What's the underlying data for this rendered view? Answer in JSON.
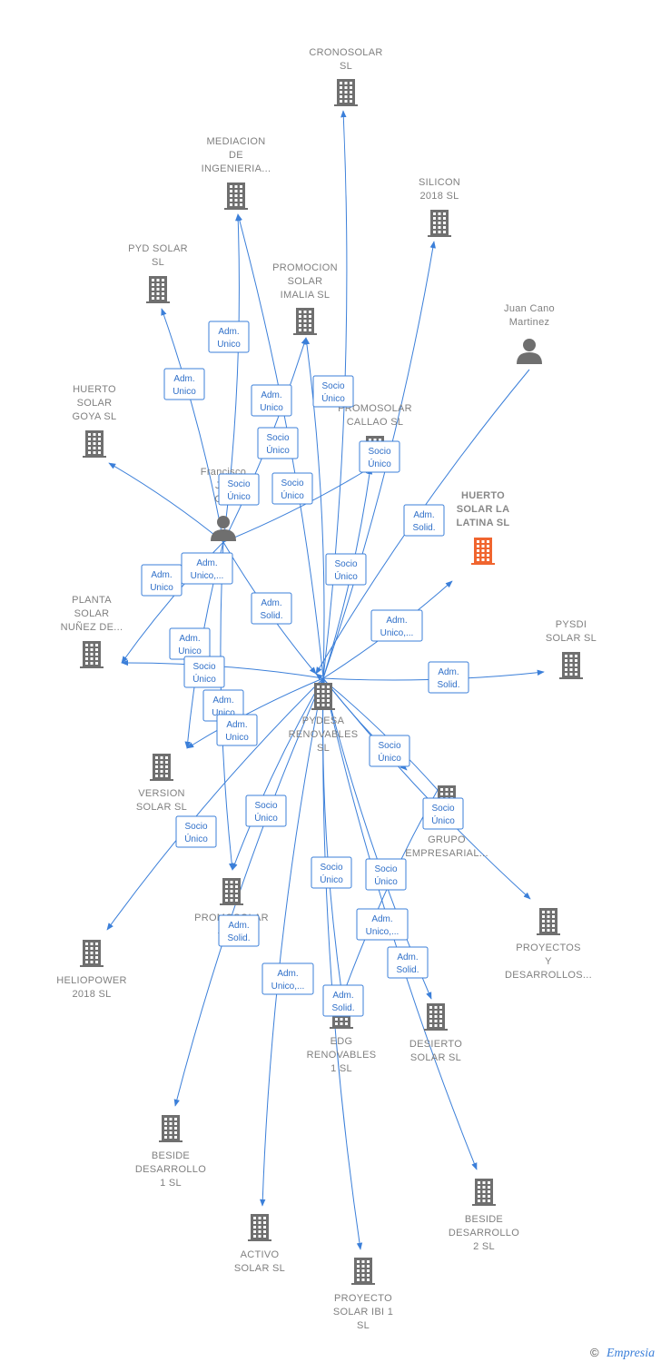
{
  "colors": {
    "edge": "#3b7fd9",
    "building": "#6f6f6f",
    "highlight": "#f0652f",
    "person": "#6f6f6f"
  },
  "nodes": [
    {
      "id": "pydesa",
      "type": "building",
      "label": [
        "PYDESA",
        "RENOVABLES",
        "SL"
      ]
    },
    {
      "id": "francisco",
      "type": "person",
      "label": [
        "Francisco",
        "Jav",
        "Gar"
      ]
    },
    {
      "id": "juancano",
      "type": "person",
      "label": [
        "Juan Cano",
        "Martinez"
      ]
    },
    {
      "id": "cronosolar",
      "type": "building",
      "label": [
        "CRONOSOLAR",
        "SL"
      ]
    },
    {
      "id": "mediacion",
      "type": "building",
      "label": [
        "MEDIACION",
        "DE",
        "INGENIERIA..."
      ]
    },
    {
      "id": "silicon",
      "type": "building",
      "label": [
        "SILICON",
        "2018  SL"
      ]
    },
    {
      "id": "pydsolar",
      "type": "building",
      "label": [
        "PYD SOLAR",
        "SL"
      ]
    },
    {
      "id": "imalia",
      "type": "building",
      "label": [
        "PROMOCION",
        "SOLAR",
        "IMALIA  SL"
      ]
    },
    {
      "id": "huertogoya",
      "type": "building",
      "label": [
        "HUERTO",
        "SOLAR",
        "GOYA  SL"
      ]
    },
    {
      "id": "callao",
      "type": "building",
      "label": [
        "PROMOSOLAR",
        "CALLAO  SL"
      ]
    },
    {
      "id": "latina",
      "type": "building",
      "highlight": true,
      "label": [
        "HUERTO",
        "SOLAR LA",
        "LATINA  SL"
      ]
    },
    {
      "id": "nunez",
      "type": "building",
      "label": [
        "PLANTA",
        "SOLAR",
        "NUÑEZ DE..."
      ]
    },
    {
      "id": "pysdi",
      "type": "building",
      "label": [
        "PYSDI",
        "SOLAR  SL"
      ]
    },
    {
      "id": "version",
      "type": "building",
      "label": [
        "VERSION",
        "SOLAR  SL"
      ]
    },
    {
      "id": "grupo",
      "type": "building",
      "label": [
        "GRUPO",
        "EMPRESARIAL..."
      ]
    },
    {
      "id": "jupiter",
      "type": "building",
      "label": [
        "PROMOSOLAR",
        "JUP..."
      ]
    },
    {
      "id": "heliopower",
      "type": "building",
      "label": [
        "HELIOPOWER",
        "2018  SL"
      ]
    },
    {
      "id": "proyectos",
      "type": "building",
      "label": [
        "PROYECTOS",
        "Y",
        "DESARROLLOS..."
      ]
    },
    {
      "id": "edg",
      "type": "building",
      "label": [
        "EDG",
        "RENOVABLES",
        "1  SL"
      ]
    },
    {
      "id": "desierto",
      "type": "building",
      "label": [
        "DESIERTO",
        "SOLAR  SL"
      ]
    },
    {
      "id": "beside1",
      "type": "building",
      "label": [
        "BESIDE",
        "DESARROLLO",
        "1  SL"
      ]
    },
    {
      "id": "beside2",
      "type": "building",
      "label": [
        "BESIDE",
        "DESARROLLO",
        "2  SL"
      ]
    },
    {
      "id": "activo",
      "type": "building",
      "label": [
        "ACTIVO",
        "SOLAR  SL"
      ]
    },
    {
      "id": "ibi",
      "type": "building",
      "label": [
        "PROYECTO",
        "SOLAR IBI 1",
        "SL"
      ]
    }
  ],
  "edges": [
    {
      "from": "pydesa",
      "to": "cronosolar"
    },
    {
      "from": "pydesa",
      "to": "mediacion"
    },
    {
      "from": "pydesa",
      "to": "silicon"
    },
    {
      "from": "pydesa",
      "to": "imalia"
    },
    {
      "from": "pydesa",
      "to": "callao"
    },
    {
      "from": "pydesa",
      "to": "latina"
    },
    {
      "from": "pydesa",
      "to": "pysdi"
    },
    {
      "from": "pydesa",
      "to": "nunez"
    },
    {
      "from": "pydesa",
      "to": "version"
    },
    {
      "from": "pydesa",
      "to": "jupiter"
    },
    {
      "from": "pydesa",
      "to": "heliopower"
    },
    {
      "from": "pydesa",
      "to": "proyectos"
    },
    {
      "from": "pydesa",
      "to": "edg"
    },
    {
      "from": "pydesa",
      "to": "desierto"
    },
    {
      "from": "pydesa",
      "to": "beside1"
    },
    {
      "from": "pydesa",
      "to": "beside2"
    },
    {
      "from": "pydesa",
      "to": "activo"
    },
    {
      "from": "pydesa",
      "to": "ibi"
    },
    {
      "from": "pydesa",
      "to": "grupo"
    },
    {
      "from": "grupo",
      "to": "pydesa"
    },
    {
      "from": "francisco",
      "to": "pydesa"
    },
    {
      "from": "francisco",
      "to": "mediacion"
    },
    {
      "from": "francisco",
      "to": "pydsolar"
    },
    {
      "from": "francisco",
      "to": "imalia"
    },
    {
      "from": "francisco",
      "to": "callao"
    },
    {
      "from": "francisco",
      "to": "huertogoya"
    },
    {
      "from": "francisco",
      "to": "nunez"
    },
    {
      "from": "francisco",
      "to": "version"
    },
    {
      "from": "francisco",
      "to": "jupiter"
    },
    {
      "from": "juancano",
      "to": "pydesa"
    },
    {
      "from": "grupo",
      "to": "edg"
    }
  ],
  "relation_labels": [
    {
      "text": [
        "Adm.",
        "Unico"
      ]
    },
    {
      "text": [
        "Adm.",
        "Unico"
      ]
    },
    {
      "text": [
        "Adm.",
        "Unico"
      ]
    },
    {
      "text": [
        "Socio",
        "Único"
      ]
    },
    {
      "text": [
        "Socio",
        "Único"
      ]
    },
    {
      "text": [
        "Socio",
        "Único"
      ]
    },
    {
      "text": [
        "Adm.",
        "Unico"
      ]
    },
    {
      "text": [
        "Socio",
        "Único"
      ]
    },
    {
      "text": [
        "Socio",
        "Único"
      ]
    },
    {
      "text": [
        "Adm.",
        "Solid."
      ]
    },
    {
      "text": [
        "Adm.",
        "Unico"
      ]
    },
    {
      "text": [
        "Adm.",
        "Unico,..."
      ]
    },
    {
      "text": [
        "Adm.",
        "Solid."
      ]
    },
    {
      "text": [
        "Socio",
        "Único"
      ]
    },
    {
      "text": [
        "Adm.",
        "Unico,..."
      ]
    },
    {
      "text": [
        "Adm.",
        "Solid."
      ]
    },
    {
      "text": [
        "Adm.",
        "Unico"
      ]
    },
    {
      "text": [
        "Socio",
        "Único"
      ]
    },
    {
      "text": [
        "Adm.",
        "Unico"
      ]
    },
    {
      "text": [
        "Socio",
        "Único"
      ]
    },
    {
      "text": [
        "Socio",
        "Único"
      ]
    },
    {
      "text": [
        "Socio",
        "Único"
      ]
    },
    {
      "text": [
        "Socio",
        "Único"
      ]
    },
    {
      "text": [
        "Socio",
        "Único"
      ]
    },
    {
      "text": [
        "Socio",
        "Único"
      ]
    },
    {
      "text": [
        "Adm.",
        "Solid."
      ]
    },
    {
      "text": [
        "Adm.",
        "Unico,..."
      ]
    },
    {
      "text": [
        "Adm.",
        "Solid."
      ]
    },
    {
      "text": [
        "Adm.",
        "Unico,..."
      ]
    },
    {
      "text": [
        "Adm.",
        "Solid."
      ]
    }
  ],
  "footer": {
    "copyright": "©",
    "brand": "Empresia"
  }
}
